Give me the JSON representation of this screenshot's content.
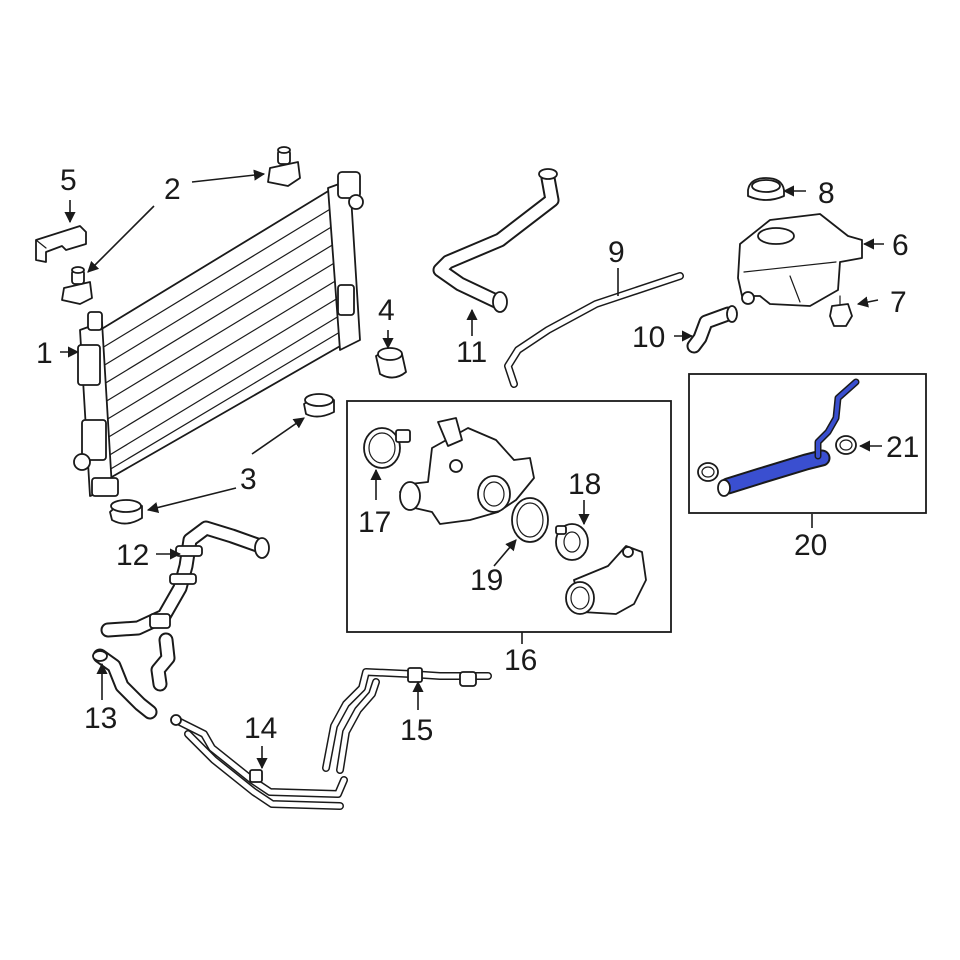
{
  "diagram": {
    "colors": {
      "line": "#1a1a1a",
      "background": "#ffffff",
      "highlight": "#3a4fd0"
    },
    "callouts": {
      "c1": "1",
      "c2": "2",
      "c3": "3",
      "c4": "4",
      "c5": "5",
      "c6": "6",
      "c7": "7",
      "c8": "8",
      "c9": "9",
      "c10": "10",
      "c11": "11",
      "c12": "12",
      "c13": "13",
      "c14": "14",
      "c15": "15",
      "c16": "16",
      "c17": "17",
      "c18": "18",
      "c19": "19",
      "c20": "20",
      "c21": "21"
    },
    "highlighted_part": "20"
  }
}
